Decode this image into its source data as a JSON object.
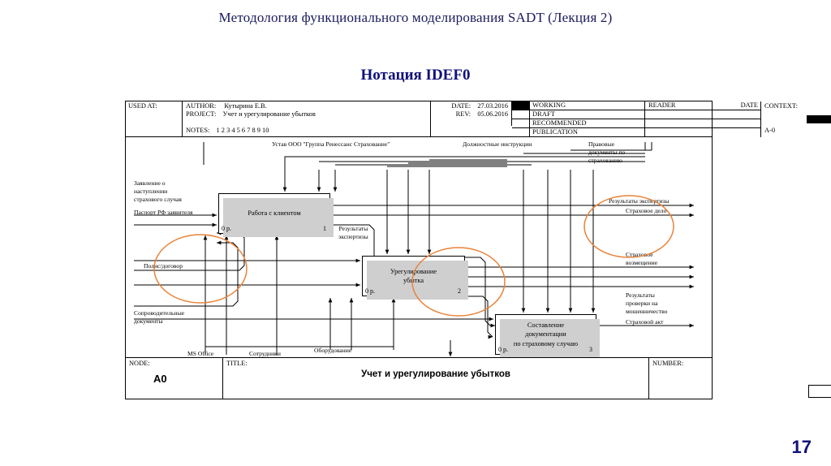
{
  "slide": {
    "title": "Методология функционального моделирования SADT (Лекция 2)",
    "subtitle": "Нотация IDEF0",
    "page_number": "17"
  },
  "header": {
    "used_at_label": "USED AT:",
    "author_label": "AUTHOR:",
    "author_value": "Кутырина Е.В.",
    "project_label": "PROJECT:",
    "project_value": "Учет и урегулирование убытков",
    "notes_label": "NOTES:",
    "notes_value": "1  2  3  4  5  6  7  8  9  10",
    "date_label": "DATE:",
    "date_value": "27.03.2016",
    "rev_label": "REV:",
    "rev_value": "05.06.2016",
    "status": [
      {
        "label": "WORKING",
        "checked": true
      },
      {
        "label": "DRAFT",
        "checked": false
      },
      {
        "label": "RECOMMENDED",
        "checked": false
      },
      {
        "label": "PUBLICATION",
        "checked": false
      }
    ],
    "reader_label": "READER",
    "date_col_label": "DATE",
    "context_label": "CONTEXT:",
    "context_value": "A-0"
  },
  "footer": {
    "node_label": "NODE:",
    "node_value": "A0",
    "title_label": "TITLE:",
    "title_value": "Учет и урегулирование убытков",
    "number_label": "NUMBER:"
  },
  "diagram": {
    "activities": [
      {
        "id": 1,
        "name": "Работа с клиентом",
        "cost": "0 р.",
        "number": "1"
      },
      {
        "id": 2,
        "name": "Урегулирование\nубытка",
        "cost": "0 р.",
        "number": "2"
      },
      {
        "id": 3,
        "name": "Составление\nдокументации\nпо страховому случаю",
        "cost": "0 р.",
        "number": "3"
      }
    ],
    "inputs": [
      {
        "name": "Заявление о\nнаступлении\nстрахового случая"
      },
      {
        "name": "Паспорт РФ заявителя"
      },
      {
        "name": "Полис/договор"
      },
      {
        "name": "Сопроводительные\nдокументы"
      }
    ],
    "controls": [
      {
        "name": "Устав ООО \"Группа Ренессанс Страхование\""
      },
      {
        "name": "Должностные инструкции"
      },
      {
        "name": "Правовые\nдокументы по\nстрахованию"
      }
    ],
    "mechanisms": [
      {
        "name": "MS Office"
      },
      {
        "name": "Сотрудники"
      },
      {
        "name": "Оборудование"
      }
    ],
    "outputs": [
      {
        "name": "Результаты экспертизы"
      },
      {
        "name": "Страховое дело"
      },
      {
        "name": "Страховое\nвозмещение"
      },
      {
        "name": "Результаты\nпроверки на\nмошенничество"
      },
      {
        "name": "Страховой акт"
      }
    ],
    "internal_flows": [
      {
        "name": "Результаты\nэкспертизы"
      }
    ],
    "highlight_color": "#e8833a",
    "shadow_color": "#cfcfcf"
  }
}
